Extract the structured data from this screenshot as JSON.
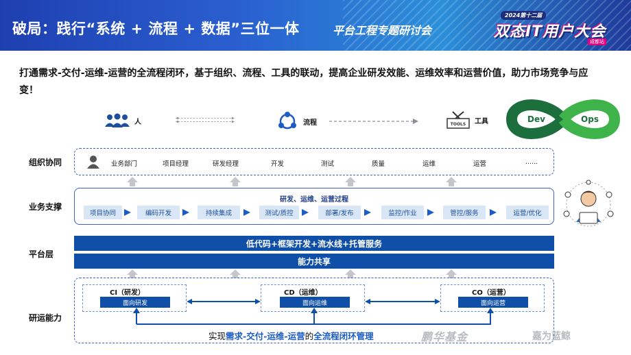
{
  "header": {
    "title": "破局：践行“系统 + 流程 + 数据”三位一体",
    "subtitle": "平台工程专题研讨会",
    "badge_year": "2024第十二届",
    "badge_name": "双态IT用户大会",
    "badge_city": "成都站"
  },
  "intro": "打通需求-交付-运维-运营的全流程闭环，基于组织、流程、工具的联动，提高企业研发效能、运维效率和运营价值，助力市场竞争与应变！",
  "top_row": {
    "people_label": "人",
    "process_label": "流程",
    "tools_label": "工具",
    "tools_icon_text": "TOOLS"
  },
  "devops": {
    "dev": "Dev",
    "ops": "Ops"
  },
  "rows": {
    "org": "组织协同",
    "business": "业务支撑",
    "platform": "平台层",
    "capability": "研运能力"
  },
  "org_items": [
    "业务部门",
    "项目经理",
    "研发经理",
    "开发",
    "测试",
    "质量",
    "运维",
    "运营",
    "......"
  ],
  "process": {
    "title": "研发、运维、运营过程",
    "steps": [
      "项目协同",
      "编码开发",
      "持续集成",
      "测试/质控",
      "部署/发布",
      "监控/作业",
      "管控/服务",
      "运营/优化"
    ]
  },
  "platform": {
    "bar1": "低代码+框架开发+流水线+托管服务",
    "bar2": "能力共享"
  },
  "capability": {
    "ci_label": "CI（研发）",
    "ci_btn": "面向研发",
    "cd_label": "CD（运维）",
    "cd_btn": "面向运维",
    "co_label": "CO（运营）",
    "co_btn": "面向运营"
  },
  "bottom": {
    "prefix": "实现",
    "highlight1": "需求-交付-运维-运营",
    "middle": "的",
    "highlight2": "全流程闭环管理"
  },
  "logos": {
    "logo1": "鹏华基金",
    "logo2": "嘉为蓝鲸"
  }
}
